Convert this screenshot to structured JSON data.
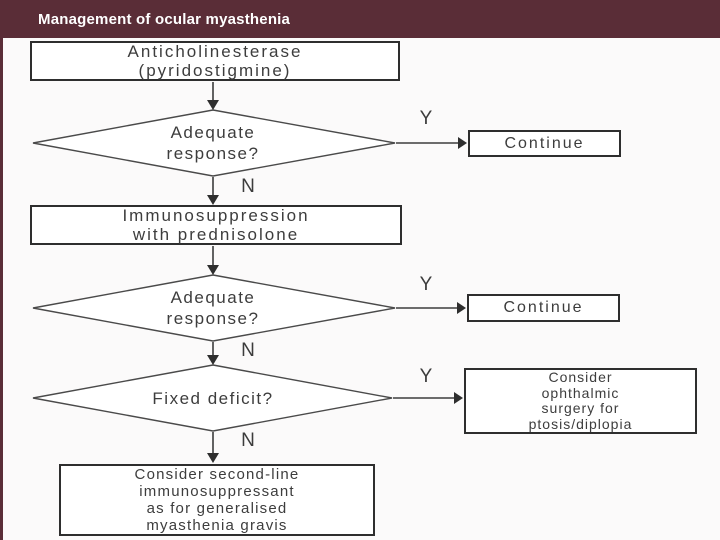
{
  "header": {
    "title": "Management of ocular myasthenia",
    "bg_color": "#5a2d37"
  },
  "flowchart": {
    "nodes": {
      "anticholinesterase": {
        "line1": "Anticholinesterase",
        "line2": "(pyridostigmine)"
      },
      "adequate_response_1": {
        "line1": "Adequate",
        "line2": "response?"
      },
      "continue_1": "Continue",
      "immunosuppression": {
        "line1": "Immunosuppression",
        "line2": "with prednisolone"
      },
      "adequate_response_2": {
        "line1": "Adequate",
        "line2": "response?"
      },
      "continue_2": "Continue",
      "fixed_deficit": "Fixed deficit?",
      "ophthalmic_surgery": {
        "line1": "Consider",
        "line2": "ophthalmic",
        "line3": "surgery for",
        "line4": "ptosis/diplopia"
      },
      "second_line_immunosuppressant": {
        "line1": "Consider second-line",
        "line2": "immunosuppressant",
        "line3": "as for generalised",
        "line4": "myasthenia gravis"
      }
    },
    "labels": {
      "yes": "Y",
      "no": "N"
    },
    "edges": [
      {
        "from": "anticholinesterase",
        "to": "adequate_response_1",
        "label": ""
      },
      {
        "from": "adequate_response_1",
        "to": "continue_1",
        "label": "Y"
      },
      {
        "from": "adequate_response_1",
        "to": "immunosuppression",
        "label": "N"
      },
      {
        "from": "immunosuppression",
        "to": "adequate_response_2",
        "label": ""
      },
      {
        "from": "adequate_response_2",
        "to": "continue_2",
        "label": "Y"
      },
      {
        "from": "adequate_response_2",
        "to": "fixed_deficit",
        "label": "N"
      },
      {
        "from": "fixed_deficit",
        "to": "ophthalmic_surgery",
        "label": "Y"
      },
      {
        "from": "fixed_deficit",
        "to": "second_line_immunosuppressant",
        "label": "N"
      }
    ],
    "colors": {
      "line": "#3c3c3c",
      "box_border": "#2e2e2e",
      "text": "#3d3d3d"
    }
  }
}
